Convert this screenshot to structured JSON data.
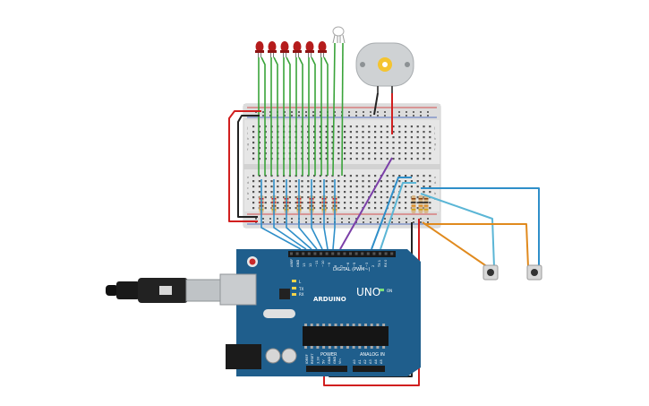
{
  "board": {
    "logo": "ARDUINO",
    "model": "UNO",
    "digital_label": "DIGITAL (PWM~)",
    "power_label": "POWER",
    "analog_label": "ANALOG IN",
    "on_label": "ON",
    "tx_label": "TX",
    "rx_label": "RX",
    "l_label": "L",
    "top_pins": [
      "AREF",
      "GND",
      "13",
      "12",
      "~11",
      "~10",
      "~9",
      "8",
      "7",
      "~6",
      "~5",
      "4",
      "~3",
      "2",
      "TX 1",
      "RX 0"
    ],
    "power_pins": [
      "IOREF",
      "RESET",
      "3.3V",
      "5V",
      "GND",
      "GND",
      "Vin"
    ],
    "analog_pins": [
      "A0",
      "A1",
      "A2",
      "A3",
      "A4",
      "A5"
    ]
  },
  "breadboard": {
    "row_labels": [
      "j",
      "i",
      "h",
      "g",
      "f",
      "e",
      "d",
      "c",
      "b",
      "a"
    ]
  },
  "colors": {
    "board": "#1f5e8c",
    "breadboard": "#e6e6e6",
    "led": "#b51c1c",
    "wire_green": "#3aa33a",
    "wire_blue": "#2f8fc9",
    "wire_red": "#d11f1f",
    "wire_black": "#222222",
    "wire_orange": "#e08a1e",
    "wire_purple": "#7b3fa8"
  },
  "icons": [
    "usb-cable-icon",
    "dc-motor-icon",
    "led-icon",
    "pushbutton-icon",
    "resistor-icon"
  ]
}
